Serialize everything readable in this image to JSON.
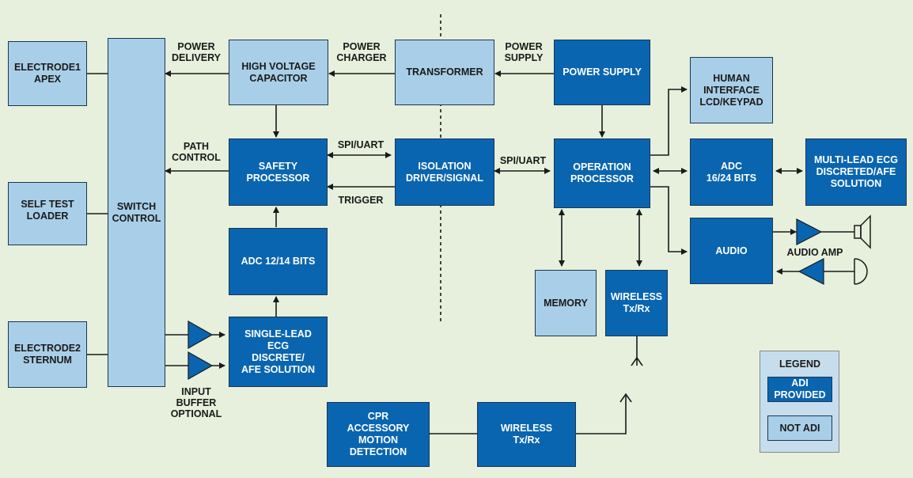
{
  "blocks": {
    "electrode1": "ELECTRODE1\nAPEX",
    "self_test": "SELF TEST\nLOADER",
    "electrode2": "ELECTRODE2\nSTERNUM",
    "switch_control": "SWITCH\nCONTROL",
    "hv_capacitor": "HIGH VOLTAGE\nCAPACITOR",
    "safety_processor": "SAFETY\nPROCESSOR",
    "adc_12_14": "ADC 12/14 BITS",
    "single_lead_ecg": "SINGLE-LEAD\nECG\nDISCRETE/\nAFE SOLUTION",
    "transformer": "TRANSFORMER",
    "isolation_driver": "ISOLATION\nDRIVER/SIGNAL",
    "power_supply": "POWER SUPPLY",
    "operation_processor": "OPERATION\nPROCESSOR",
    "human_interface": "HUMAN\nINTERFACE\nLCD/KEYPAD",
    "adc_16_24": "ADC\n16/24 BITS",
    "multi_lead_ecg": "MULTI-LEAD ECG\nDISCRETED/AFE\nSOLUTION",
    "audio": "AUDIO",
    "memory": "MEMORY",
    "wireless_main": "WIRELESS\nTx/Rx",
    "cpr_accessory": "CPR\nACCESSORY\nMOTION\nDETECTION",
    "wireless_cpr": "WIRELESS\nTx/Rx"
  },
  "labels": {
    "power_delivery": "POWER\nDELIVERY",
    "power_charger": "POWER\nCHARGER",
    "power_supply_in": "POWER\nSUPPLY",
    "path_control": "PATH\nCONTROL",
    "spi_uart_left": "SPI/UART",
    "trigger": "TRIGGER",
    "spi_uart_right": "SPI/UART",
    "audio_amp": "AUDIO AMP",
    "input_buffer": "INPUT\nBUFFER\nOPTIONAL"
  },
  "legend": {
    "title": "LEGEND",
    "adi_provided": "ADI\nPROVIDED",
    "not_adi": "NOT ADI"
  },
  "colors": {
    "adi_provided": "#0a65b0",
    "not_adi": "#a9cfe8",
    "background": "#e6f0dc"
  }
}
